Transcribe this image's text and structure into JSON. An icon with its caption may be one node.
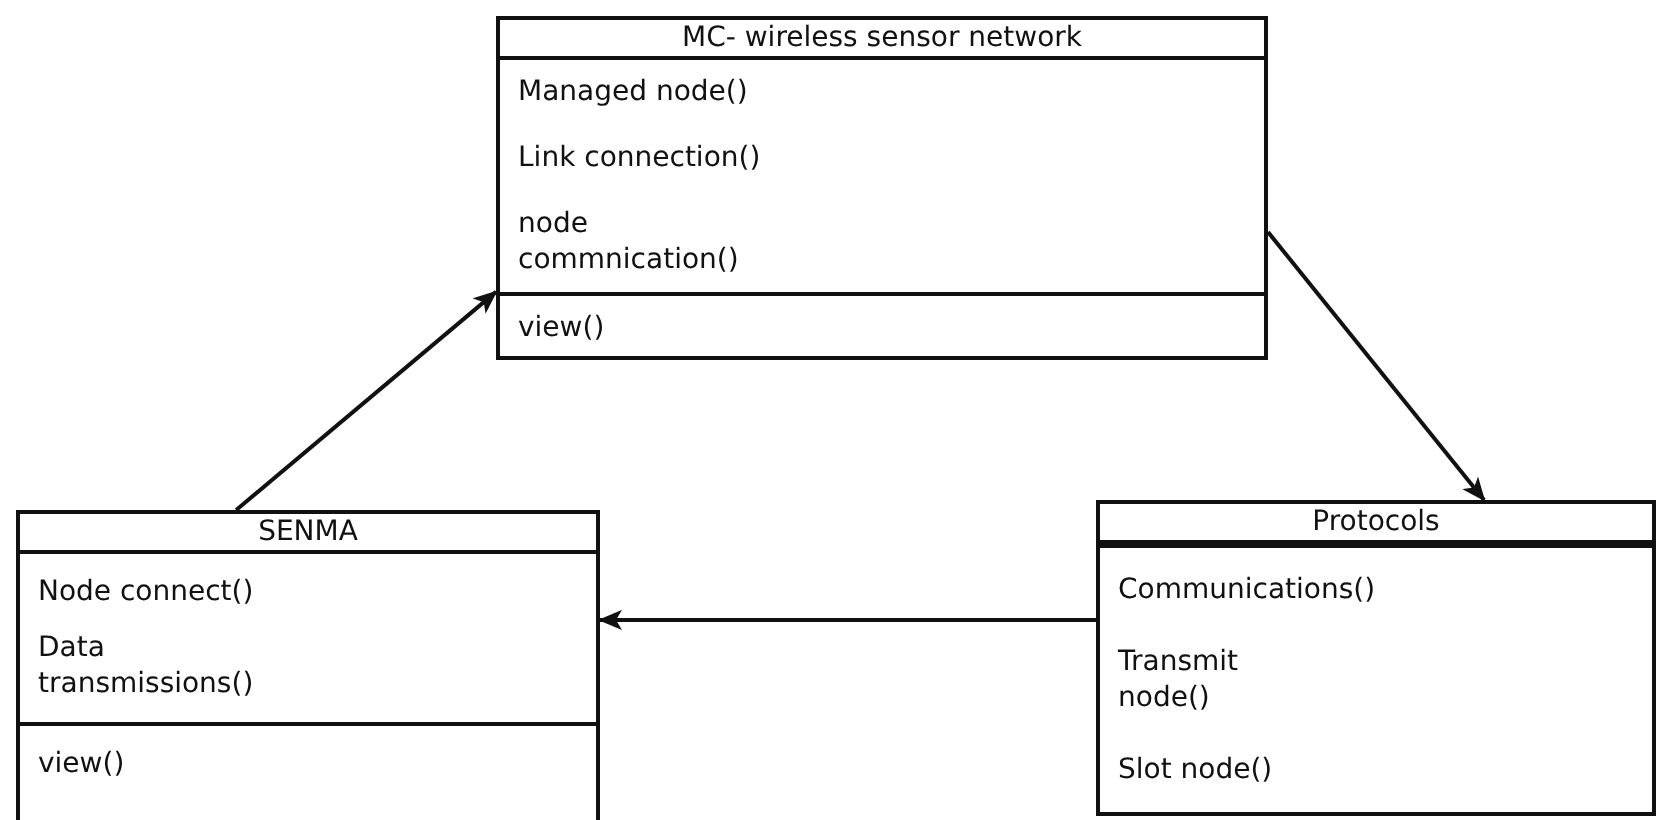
{
  "diagram": {
    "nodes": [
      {
        "text": [
          "MC- wireless sensor network",
          "Managed node()",
          "Link connection()",
          "node commnication()",
          "view()"
        ]
      },
      {
        "text": [
          "SENMA",
          "Node connect()",
          "Data transmissions()",
          "view()"
        ]
      },
      {
        "text": [
          "Protocols",
          "Communications()",
          "Transmit node()",
          "Slot node()"
        ]
      }
    ],
    "edges": [
      {
        "from": 1,
        "to": 0,
        "arrow": "to"
      },
      {
        "from": 0,
        "to": 2,
        "arrow": "to"
      },
      {
        "from": 2,
        "to": 1,
        "arrow": "to"
      }
    ]
  }
}
